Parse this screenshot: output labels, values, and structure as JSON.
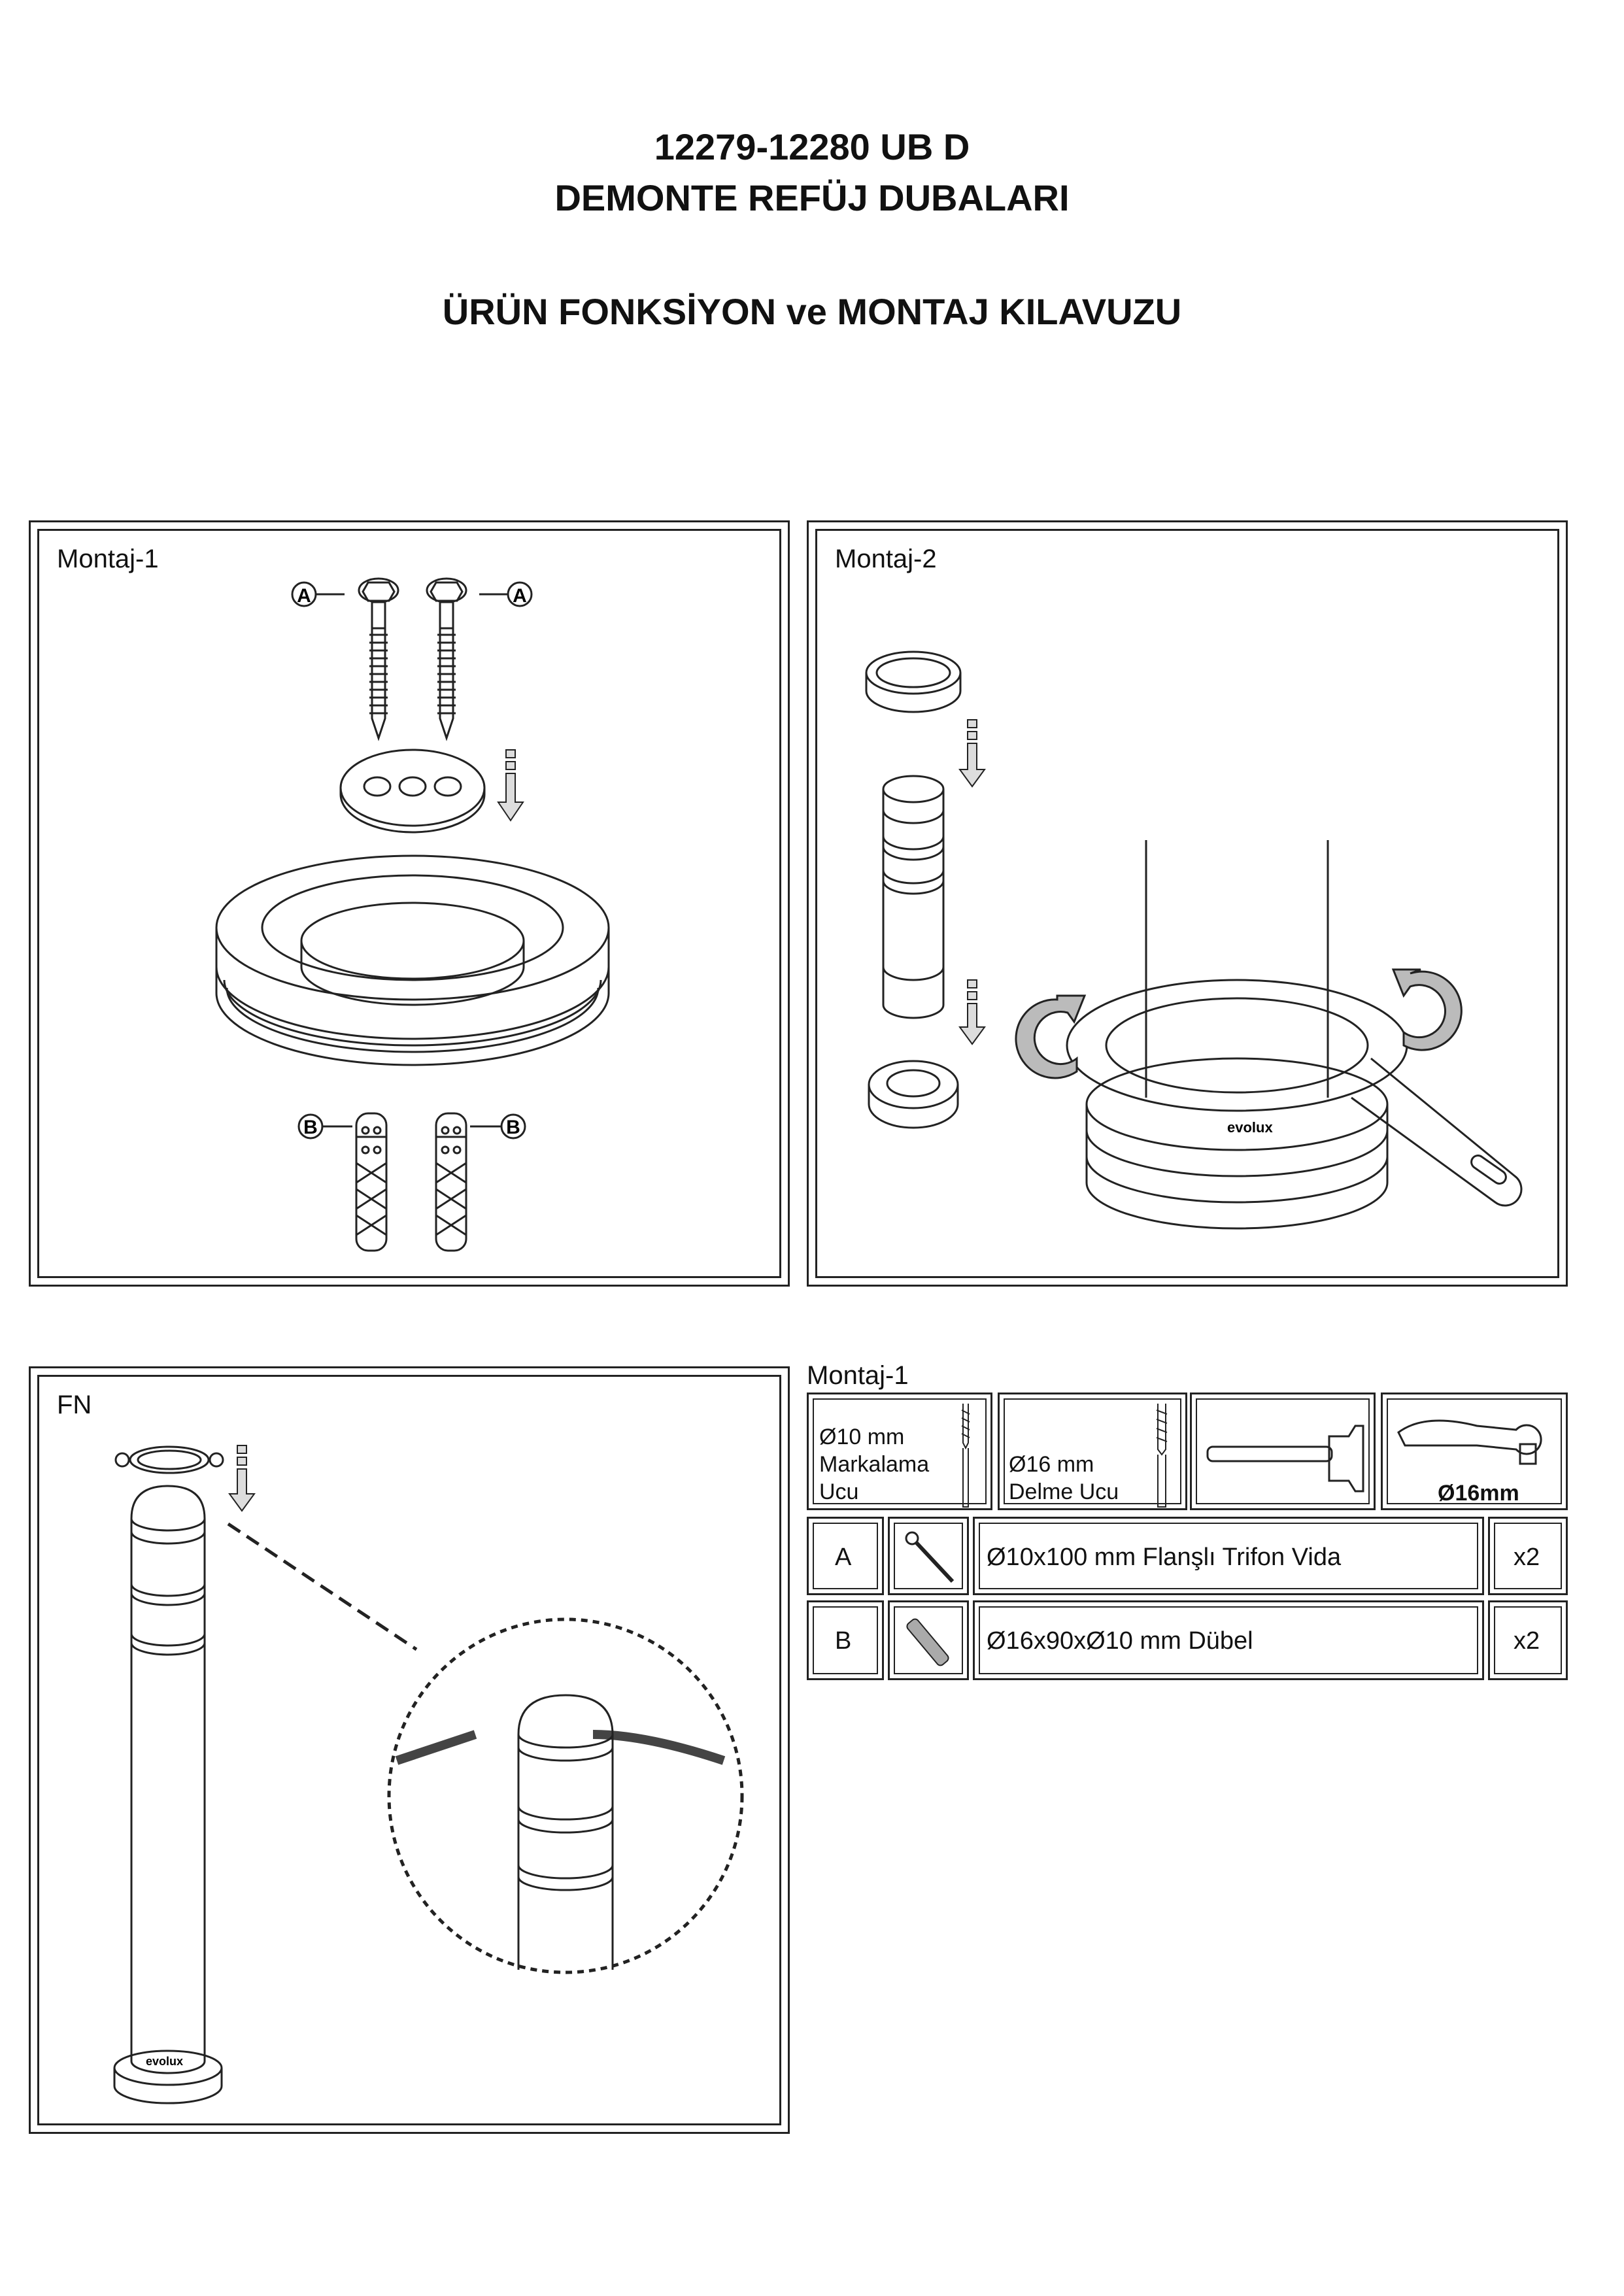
{
  "header": {
    "code": "12279-12280 UB D",
    "product": "DEMONTE REFÜJ DUBALARI",
    "subtitle": "ÜRÜN FONKSİYON ve MONTAJ KILAVUZU"
  },
  "panels": {
    "montaj1": {
      "label": "Montaj-1",
      "callout_a": "A",
      "callout_b": "B"
    },
    "montaj2": {
      "label": "Montaj-2",
      "brand_mark": "evolux"
    },
    "fn": {
      "label": "FN",
      "brand_mark": "evolux"
    }
  },
  "parts_list": {
    "heading": "Montaj-1",
    "tools": [
      {
        "text_line1": "Ø10 mm",
        "text_line2": "Markalama",
        "text_line3": "Ucu",
        "icon": "drill-bit-icon"
      },
      {
        "text_line1": "Ø16 mm",
        "text_line2": "Delme Ucu",
        "icon": "drill-bit-icon"
      },
      {
        "icon": "hammer-icon"
      },
      {
        "text": "Ø16mm",
        "icon": "ratchet-wrench-icon"
      }
    ],
    "rows": [
      {
        "code": "A",
        "description": "Ø10x100 mm Flanşlı Trifon Vida",
        "qty": "x2",
        "icon": "screw-icon"
      },
      {
        "code": "B",
        "description": "Ø16x90xØ10 mm Dübel",
        "qty": "x2",
        "icon": "wall-plug-icon"
      }
    ]
  }
}
